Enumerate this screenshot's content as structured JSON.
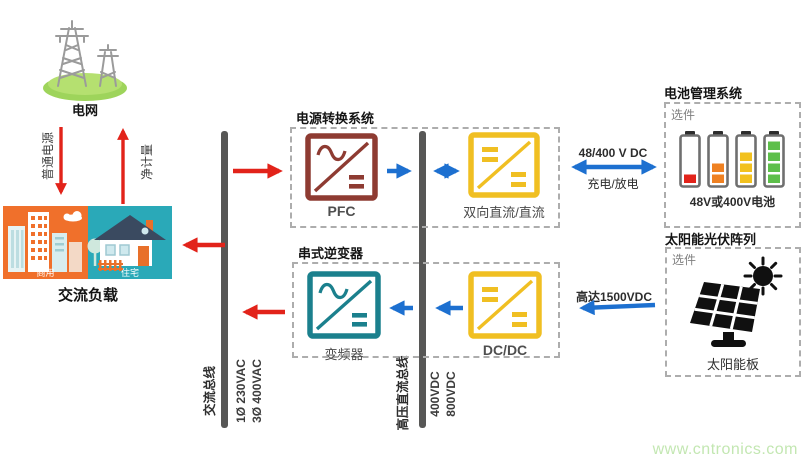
{
  "grid": {
    "label": "电网",
    "icon": "transmission-tower-icon"
  },
  "flows": {
    "grid_to_load": "普通电源",
    "load_to_grid": "净计量"
  },
  "ac_load": {
    "title": "交流负载",
    "commercial_label": "商用",
    "residential_label": "住宅"
  },
  "ac_bus": {
    "name": "交流总线",
    "spec1": "1Ø 230VAC",
    "spec2": "3Ø 400VAC"
  },
  "hvdc_bus": {
    "name": "高压直流总线",
    "spec1": "400VDC",
    "spec2": "800VDC"
  },
  "power_conversion": {
    "title": "电源转换系统",
    "pfc_label": "PFC",
    "bidir_label": "双向直流/直流"
  },
  "string_inverter": {
    "title": "串式逆变器",
    "vfd_label": "变频器",
    "dcdc_label": "DC/DC"
  },
  "battery": {
    "title": "电池管理系统",
    "option": "选件",
    "caption": "48V或400V电池",
    "link_voltage": "48/400 V DC",
    "link_mode": "充电/放电",
    "icon": "battery-level-icons"
  },
  "solar": {
    "title": "太阳能光伏阵列",
    "option": "选件",
    "caption": "太阳能板",
    "link_voltage": "高达1500VDC",
    "icon": "solar-panel-icon"
  },
  "watermark": "www.cntronics.com",
  "colors": {
    "red_arrow": "#e2231a",
    "blue_arrow": "#1d70d0",
    "bus_bar": "#575756",
    "pfc_block": "#8e3b32",
    "dc_block": "#f0bf22",
    "inverter_block": "#1b808d",
    "commercial_panel": "#f0702b",
    "residential_panel": "#2aa9b8",
    "battery_levels": [
      "#e2231a",
      "#ef8122",
      "#f2c11e",
      "#5dbf4a"
    ],
    "watermark_green": "#c3e7b2"
  }
}
